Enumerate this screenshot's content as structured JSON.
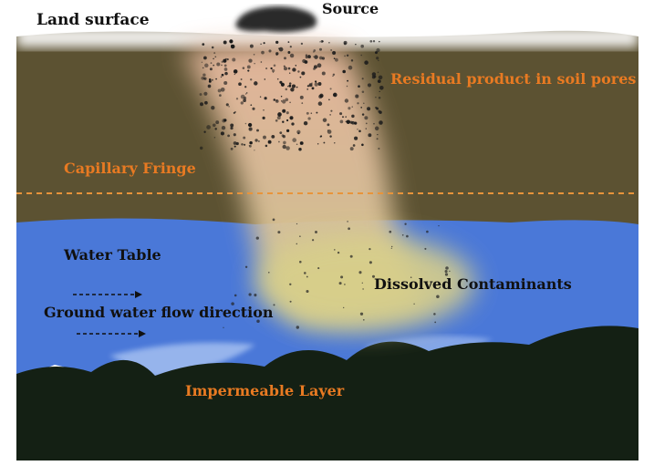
{
  "labels": {
    "land_surface": "Land surface",
    "source": "Source",
    "residual_product": "Residual product in soil pores",
    "capillary_fringe": "Capillary Fringe",
    "water_table": "Water Table",
    "flow_direction": "Ground water flow direction",
    "dissolved_contaminants": "Dissolved Contaminants",
    "impermeable_layer": "Impermeable Layer"
  },
  "colors": {
    "soil": "#5c5232",
    "water": "#4a78d8",
    "bedrock": "#142014",
    "plume": "#d8c080",
    "dissolved": "#d8cf8a",
    "label_orange": "#e87a22",
    "label_dark": "#111111"
  }
}
